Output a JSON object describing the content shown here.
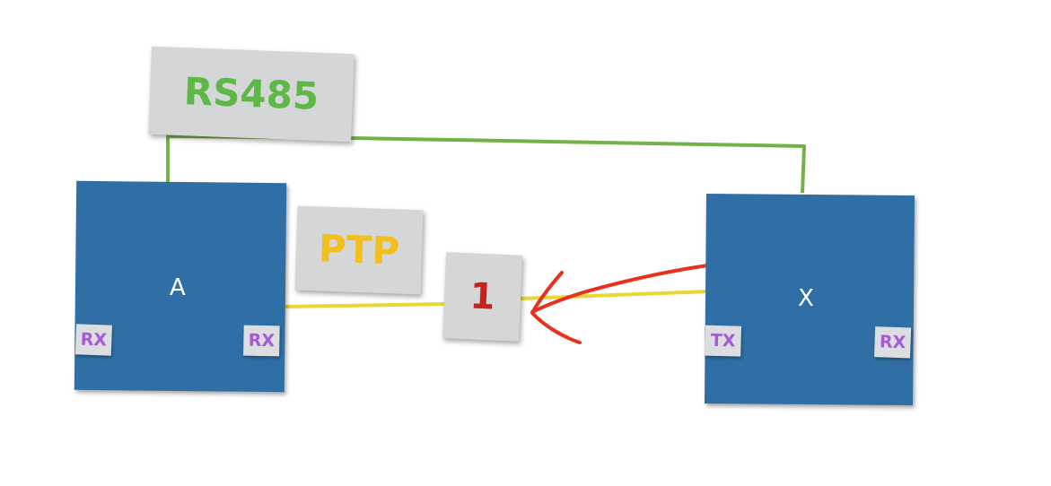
{
  "diagram": {
    "labels": {
      "rs485": "RS485",
      "ptp": "PTP",
      "marker": "1"
    },
    "nodes": {
      "a": {
        "name": "A",
        "ports": [
          "RX",
          "RX"
        ]
      },
      "x": {
        "name": "X",
        "ports": [
          "TX",
          "RX"
        ]
      }
    },
    "colors": {
      "node_fill": "#2f6fa5",
      "card_fill": "#d5d6d8",
      "rs485_wire": "#6cae3a",
      "ptp_wire": "#e8d52a",
      "arrow": "#e8321e",
      "rs485_text": "#5db845",
      "ptp_text": "#f2c01c",
      "marker_text": "#c8221a",
      "port_text": "#a65bd6"
    }
  }
}
